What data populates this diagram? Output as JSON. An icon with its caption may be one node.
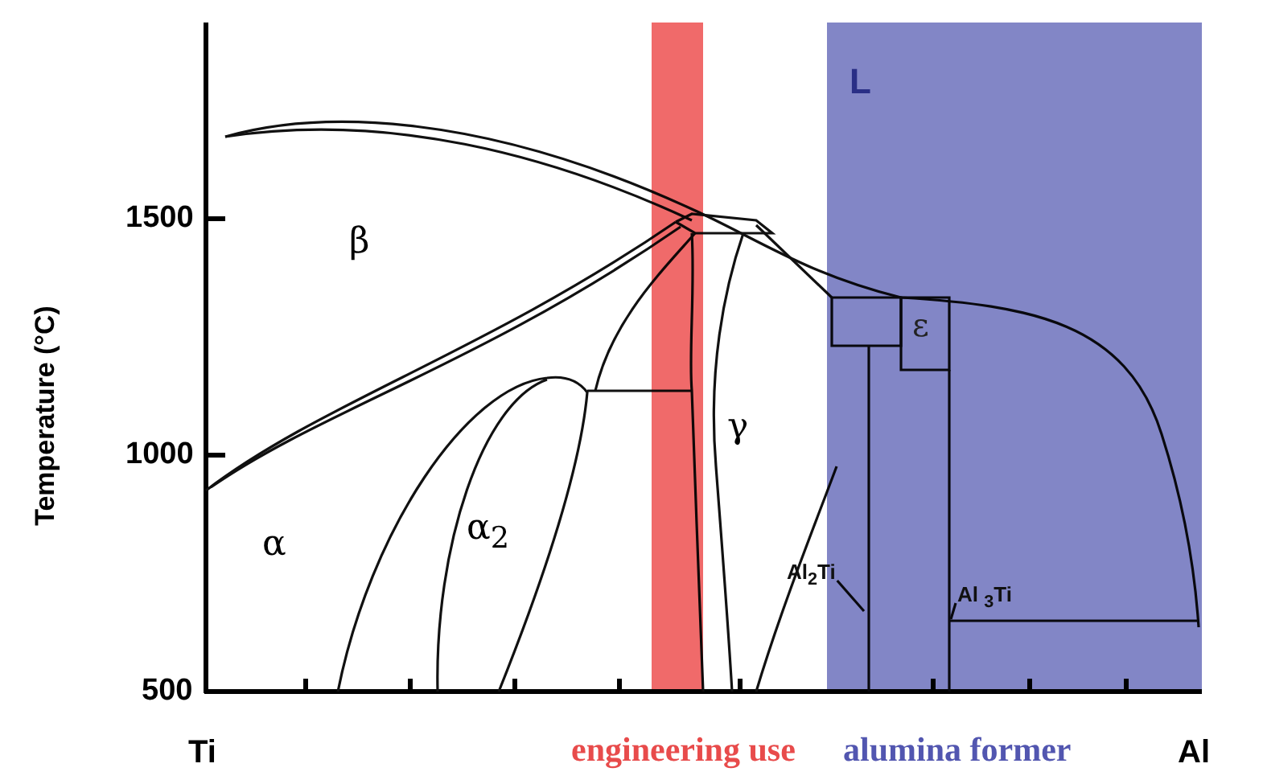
{
  "diagram": {
    "nodes": [
      {
        "text": [
          "engineering use"
        ]
      },
      {
        "text": [
          "alumina former"
        ]
      },
      {
        "text": [
          "Al$_{2}$Ti"
        ]
      },
      {
        "text": [
          "Al $_{3}$Ti"
        ],
        "in": 1
      }
    ],
    "edges": [
      {
        "from": 2,
        "to": null,
        "arrow": "none"
      },
      {
        "from": 3,
        "to": null,
        "arrow": "none"
      }
    ],
    "labels": [
      "L",
      "1500",
      "β",
      "ε",
      "Temperature (°C)",
      "1000",
      "α",
      "α$_{2}$",
      "γ",
      "500",
      "Ti",
      "Al"
    ]
  }
}
